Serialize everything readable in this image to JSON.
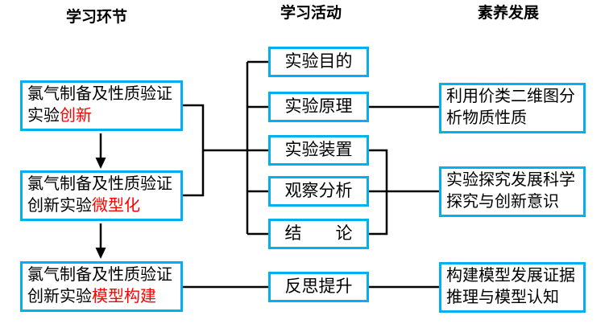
{
  "headers": {
    "stages": "学习环节",
    "activities": "学习活动",
    "competencies": "素养发展"
  },
  "stages": [
    {
      "line1": "氯气制备及性质验证",
      "line2_black": "实验",
      "line2_red": "创新"
    },
    {
      "line1": "氯气制备及性质验证",
      "line2_black": "创新实验",
      "line2_red": "微型化"
    },
    {
      "line1": "氯气制备及性质验证",
      "line2_black": "创新实验",
      "line2_red": "模型构建"
    }
  ],
  "activities": [
    {
      "label": "实验目的"
    },
    {
      "label": "实验原理"
    },
    {
      "label": "实验装置"
    },
    {
      "label": "观察分析"
    },
    {
      "label": "结　　论"
    },
    {
      "label": "反思提升"
    }
  ],
  "competencies": [
    {
      "line1": "利用价类二维图分",
      "line2": "析物质性质"
    },
    {
      "line1": "实验探究发展科学",
      "line2": "探究与创新意识"
    },
    {
      "line1": "构建模型发展证据",
      "line2": "推理与模型认知"
    }
  ],
  "colors": {
    "box_border": "#00b0f0",
    "highlight_red": "#ff0000",
    "connector": "#000000",
    "text": "#000000",
    "background": "#ffffff"
  }
}
